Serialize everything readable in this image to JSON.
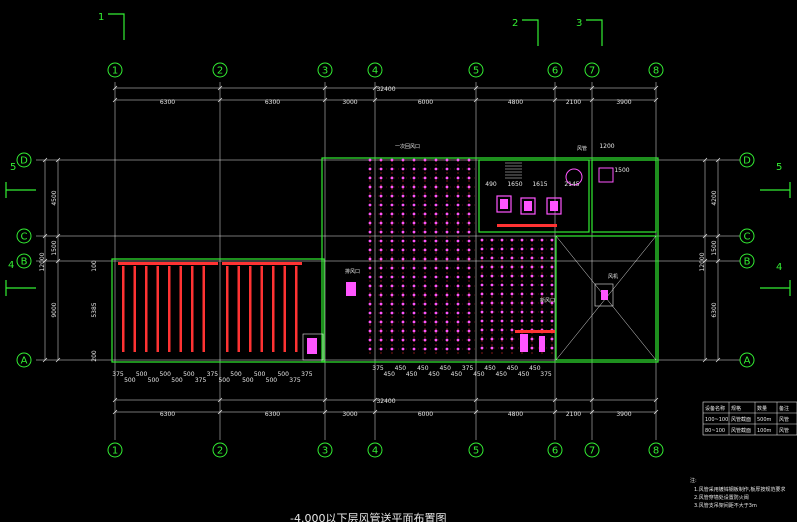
{
  "grid_columns": [
    "1",
    "2",
    "3",
    "4",
    "5",
    "6",
    "7",
    "8"
  ],
  "grid_rows": [
    "D",
    "C",
    "B",
    "A"
  ],
  "section_marks": [
    "1",
    "2",
    "3",
    "4",
    "5"
  ],
  "overall_dimension": "32400",
  "bay_dimensions": [
    "6300",
    "6300",
    "3000",
    "6000",
    "4800",
    "2100",
    "3900"
  ],
  "left_row_dimensions": [
    "4500",
    "1500",
    "9000",
    "12000",
    "5385",
    "100",
    "200"
  ],
  "right_row_dimensions": [
    "4200",
    "1500",
    "6300",
    "12000"
  ],
  "room_dims": [
    "490",
    "1650",
    "1615",
    "2145",
    "1200",
    "1500"
  ],
  "bottom_small_dims": [
    "375",
    "500",
    "500",
    "500",
    "500",
    "500",
    "500",
    "375",
    "375",
    "500",
    "500",
    "500",
    "500",
    "500",
    "500",
    "375",
    "375"
  ],
  "bottom_small_dims_2": [
    "375",
    "450",
    "450",
    "450",
    "450",
    "450",
    "450",
    "450",
    "375",
    "450",
    "450",
    "450",
    "450",
    "450",
    "450",
    "375"
  ],
  "callouts": [
    "一次回风口",
    "风管",
    "风机",
    "新风口",
    "排风口"
  ],
  "legend": {
    "headers": [
      "设备名称",
      "规格",
      "数量",
      "备注"
    ],
    "rows": [
      [
        "100~100",
        "风管截面",
        "500m",
        "风管"
      ],
      [
        "80~100",
        "风管截面",
        "100m",
        "风管"
      ]
    ]
  },
  "notes_title": "注:",
  "notes": [
    "1.风管采用镀锌钢板制作,板厚按规范要求",
    "2.风管穿墙处设置防火阀",
    "3.风管支吊架间距不大于3m"
  ],
  "drawing_title": "-4.000以下层风管送平面布置图",
  "colors": {
    "background": "#000000",
    "grid_line": "#e8e8e8",
    "axis_bubble": "#33ee33",
    "wall": "#33ee33",
    "duct": "#ff3333",
    "diffuser": "#ff55ff",
    "equipment": "#ff55ff"
  }
}
